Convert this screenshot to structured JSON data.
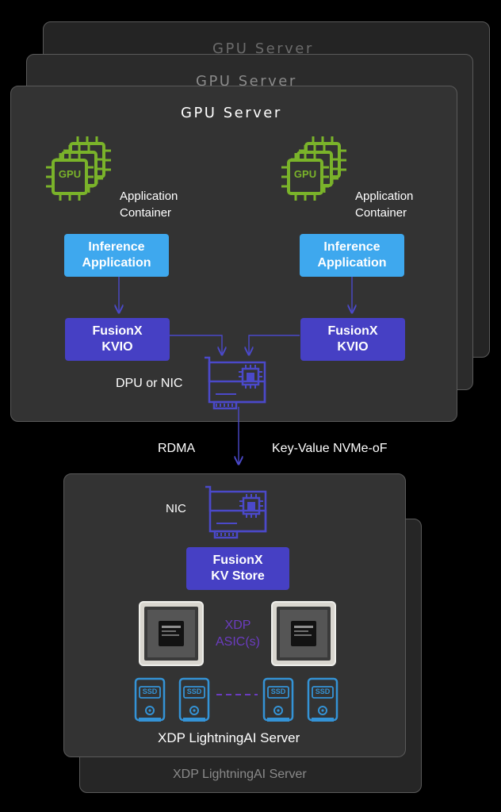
{
  "gpu_servers": [
    {
      "title": "GPU Server"
    },
    {
      "title": "GPU Server"
    },
    {
      "title": "GPU Server"
    }
  ],
  "gpu_chip_label": "GPU",
  "app_container": {
    "left": "Application\nContainer",
    "right": "Application\nContainer"
  },
  "inference": {
    "left": "Inference\nApplication",
    "right": "Inference\nApplication"
  },
  "kvio": {
    "left": "FusionX\nKVIO",
    "right": "FusionX\nKVIO"
  },
  "dpu_label": "DPU or NIC",
  "link": {
    "left": "RDMA",
    "right": "Key-Value NVMe-oF"
  },
  "storage": {
    "nic_label": "NIC",
    "kv_store": "FusionX\nKV Store",
    "xdp_asic": "XDP\nASIC(s)",
    "ssd_label": "SSD",
    "front_title": "XDP LightningAI Server",
    "back_title": "XDP LightningAI Server"
  },
  "colors": {
    "inference": "#3ea8ee",
    "fusionx": "#4640c4",
    "gpu_icon": "#7ab32a",
    "nic_icon": "#4b49c9",
    "ssd_icon": "#3493d6",
    "arrow": "#4b49c9",
    "asic_text": "#6b3cc0"
  }
}
